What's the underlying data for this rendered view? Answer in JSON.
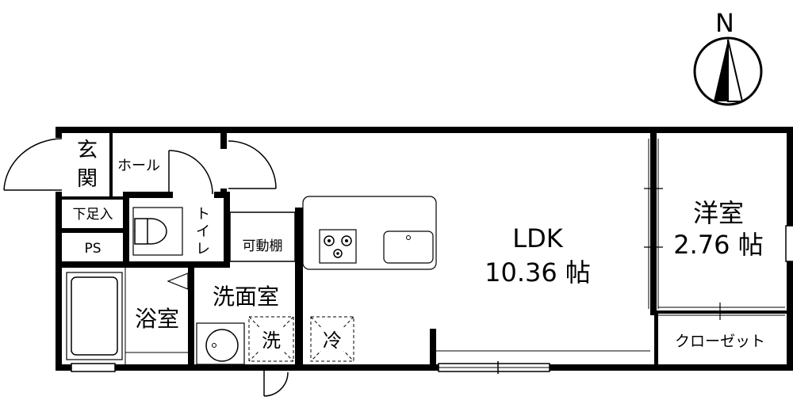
{
  "compass": {
    "north_label": "N"
  },
  "rooms": {
    "entrance": {
      "line1": "玄",
      "line2": "関"
    },
    "hall": "ホール",
    "shoe_box": "下足入",
    "ps": "PS",
    "toilet": {
      "c1": "ト",
      "c2": "イ",
      "c3": "レ"
    },
    "shelf": "可動棚",
    "bath": "浴室",
    "washroom": "洗面室",
    "ldk": {
      "name": "LDK",
      "size": "10.36 帖"
    },
    "western_room": {
      "name": "洋室",
      "size": "2.76 帖"
    },
    "closet": "クローゼット"
  },
  "fixtures": {
    "washer": "洗",
    "fridge": "冷"
  }
}
